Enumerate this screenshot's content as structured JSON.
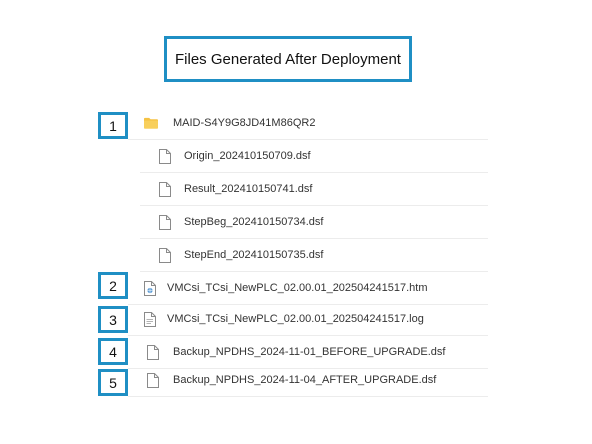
{
  "header": {
    "title": "Files Generated After Deployment"
  },
  "colors": {
    "accent": "#1f8fc4",
    "folder": "#f5c243",
    "file_outline": "#8a8a8a",
    "htm_badge": "#5b9bd5"
  },
  "callouts": [
    "1",
    "2",
    "3",
    "4",
    "5"
  ],
  "folder": {
    "name": "MAID-S4Y9G8JD41M86QR2",
    "icon": "folder-icon"
  },
  "folder_files": [
    {
      "name": "Origin_202410150709.dsf",
      "icon": "file-icon"
    },
    {
      "name": "Result_202410150741.dsf",
      "icon": "file-icon"
    },
    {
      "name": "StepBeg_202410150734.dsf",
      "icon": "file-icon"
    },
    {
      "name": "StepEnd_202410150735.dsf",
      "icon": "file-icon"
    }
  ],
  "files": [
    {
      "name": "VMCsi_TCsi_NewPLC_02.00.01_202504241517.htm",
      "icon": "htm-file-icon"
    },
    {
      "name": "VMCsi_TCsi_NewPLC_02.00.01_202504241517.log",
      "icon": "log-file-icon"
    },
    {
      "name": "Backup_NPDHS_2024-11-01_BEFORE_UPGRADE.dsf",
      "icon": "file-icon"
    },
    {
      "name": "Backup_NPDHS_2024-11-04_AFTER_UPGRADE.dsf",
      "icon": "file-icon"
    }
  ]
}
